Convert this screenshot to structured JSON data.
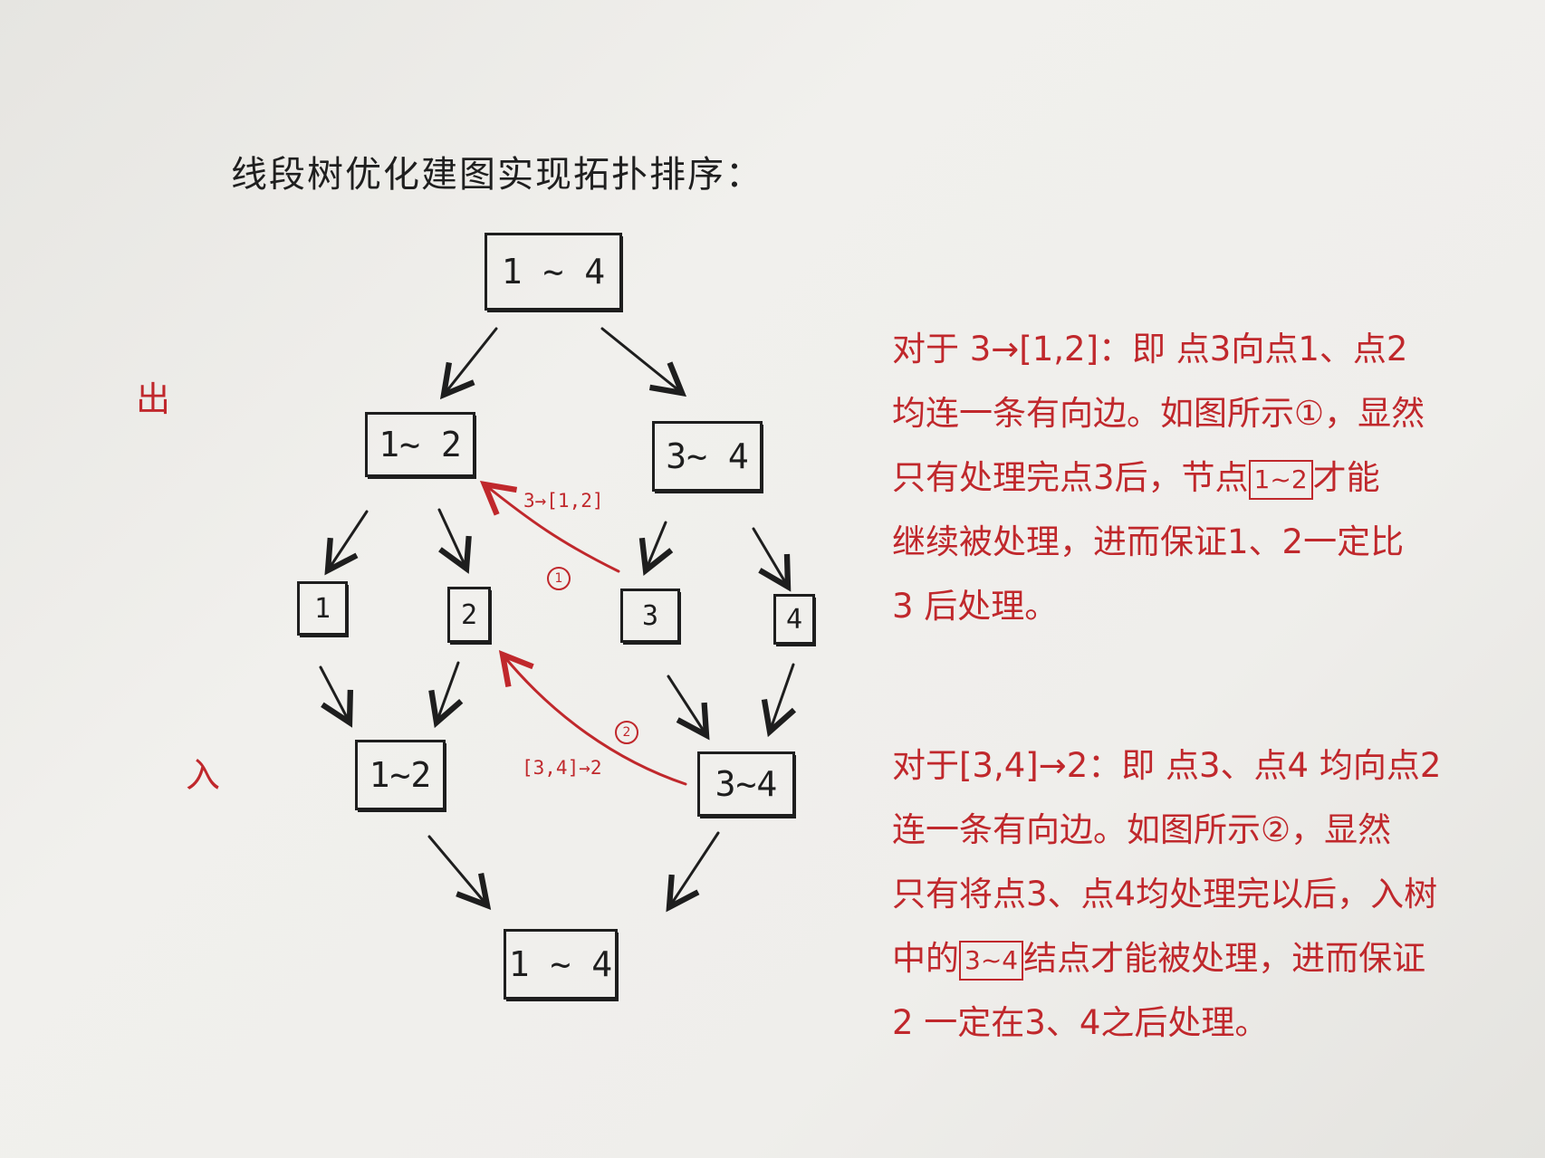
{
  "title": "线段树优化建图实现拓扑排序：",
  "labels": {
    "out_tree": "出",
    "in_tree": "入"
  },
  "nodes": {
    "out_root": "1 ~ 4",
    "out_left": "1~ 2",
    "out_right": "3~ 4",
    "leaf_1": "1",
    "leaf_2": "2",
    "leaf_3": "3",
    "leaf_4": "4",
    "in_left": "1~2",
    "in_right": "3~4",
    "in_root": "1 ~ 4"
  },
  "edges": {
    "edge1_label": "3→[1,2]",
    "edge1_num": "1",
    "edge2_label": "[3,4]→2",
    "edge2_num": "2"
  },
  "note1": {
    "line1": "对于 3→[1,2]：即 点3向点1、点2",
    "line2": "均连一条有向边。如图所示①，显然",
    "line3_a": "只有处理完点3后，节点",
    "line3_box": "1~2",
    "line3_b": "才能",
    "line4": "继续被处理，进而保证1、2一定比",
    "line5": "3 后处理。"
  },
  "note2": {
    "line1": "对于[3,4]→2：即 点3、点4 均向点2",
    "line2": "连一条有向边。如图所示②，显然",
    "line3": "只有将点3、点4均处理完以后，入树",
    "line4_a": "中的",
    "line4_box": "3~4",
    "line4_b": "结点才能被处理，进而保证",
    "line5": "2 一定在3、4之后处理。"
  },
  "colors": {
    "ink": "#1e1e1e",
    "red": "#c0282c",
    "paper": "#ecebe8"
  }
}
